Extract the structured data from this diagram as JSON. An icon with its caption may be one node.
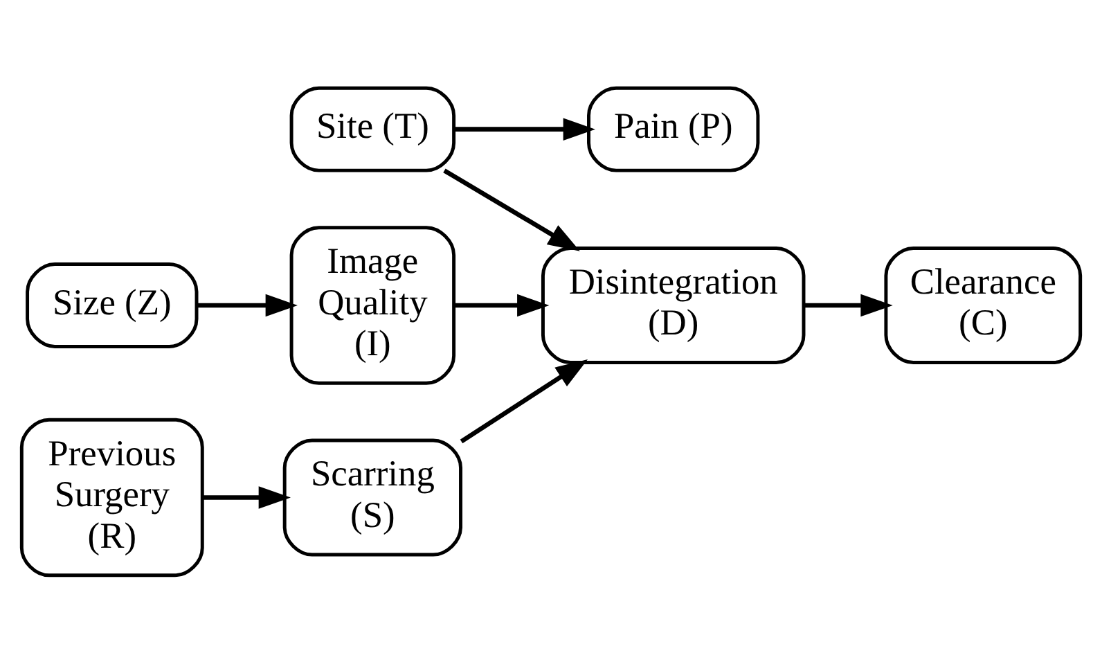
{
  "diagram": {
    "nodes": [
      {
        "text": [
          "Pain (P)"
        ]
      },
      {
        "text": [
          "Site (T)"
        ]
      },
      {
        "text": [
          "Size (Z)"
        ]
      },
      {
        "text": [
          "Image Quality (I)"
        ]
      },
      {
        "text": [
          "Disintegration (D)"
        ]
      },
      {
        "text": [
          "Clearance (C)"
        ]
      },
      {
        "text": [
          "Previous Surgery (R)"
        ]
      },
      {
        "text": [
          "Scarring (S)"
        ]
      }
    ],
    "edges": [
      {
        "from": 1,
        "to": 0,
        "arrow": "to"
      },
      {
        "from": 1,
        "to": 4,
        "arrow": "to"
      },
      {
        "from": 2,
        "to": 3,
        "arrow": "to"
      },
      {
        "from": 3,
        "to": 4,
        "arrow": "to"
      },
      {
        "from": 6,
        "to": 7,
        "arrow": "to"
      },
      {
        "from": 7,
        "to": 4,
        "arrow": "to"
      },
      {
        "from": 4,
        "to": 5,
        "arrow": "to"
      }
    ]
  }
}
